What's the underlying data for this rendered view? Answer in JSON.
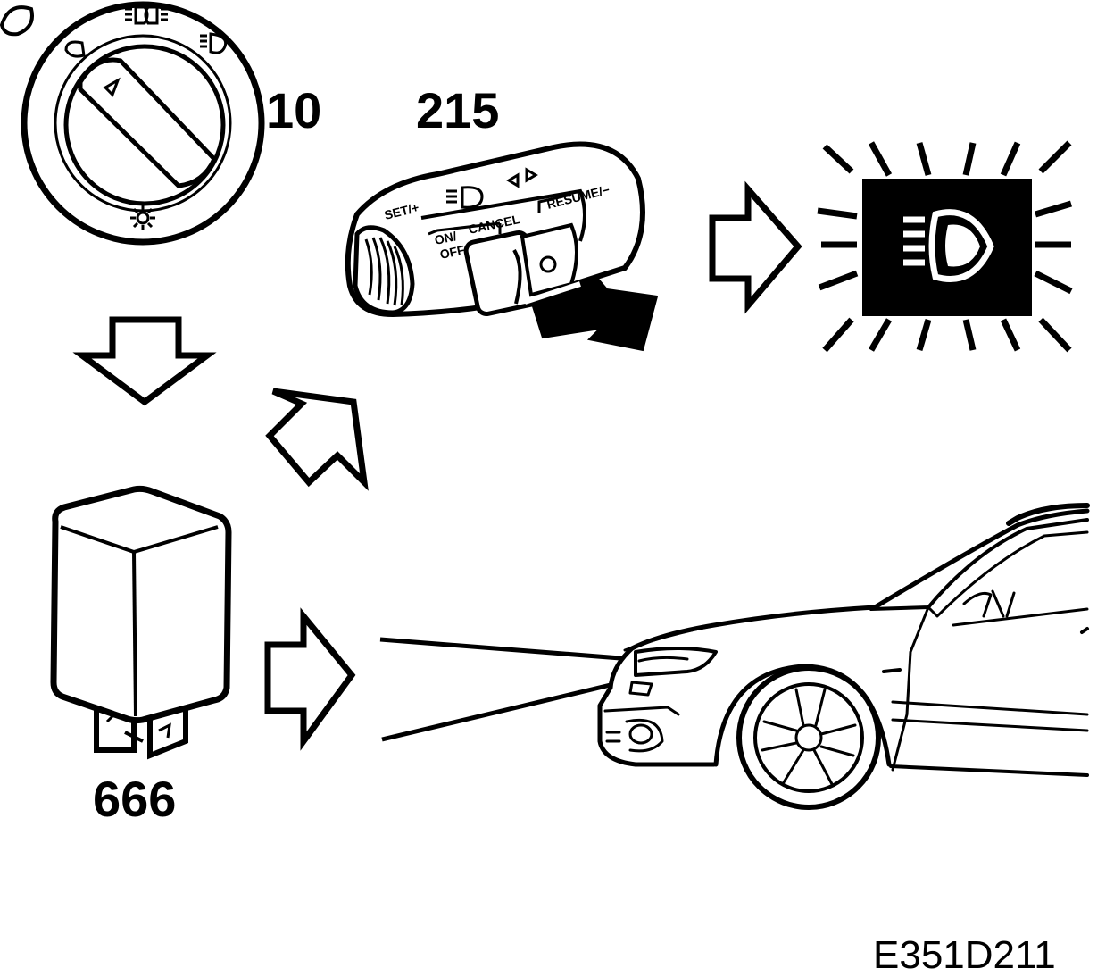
{
  "labels": {
    "switch_number": "10",
    "stalk_number": "215",
    "relay_number": "666",
    "figure_id": "E351D211"
  },
  "stalk": {
    "set_label": "SET/+",
    "resume_label": "RESUME/−",
    "cancel_label": "CANCEL",
    "on_label": "ON/",
    "off_label": "OFF"
  },
  "colors": {
    "ink": "#000000",
    "paper": "#ffffff"
  }
}
